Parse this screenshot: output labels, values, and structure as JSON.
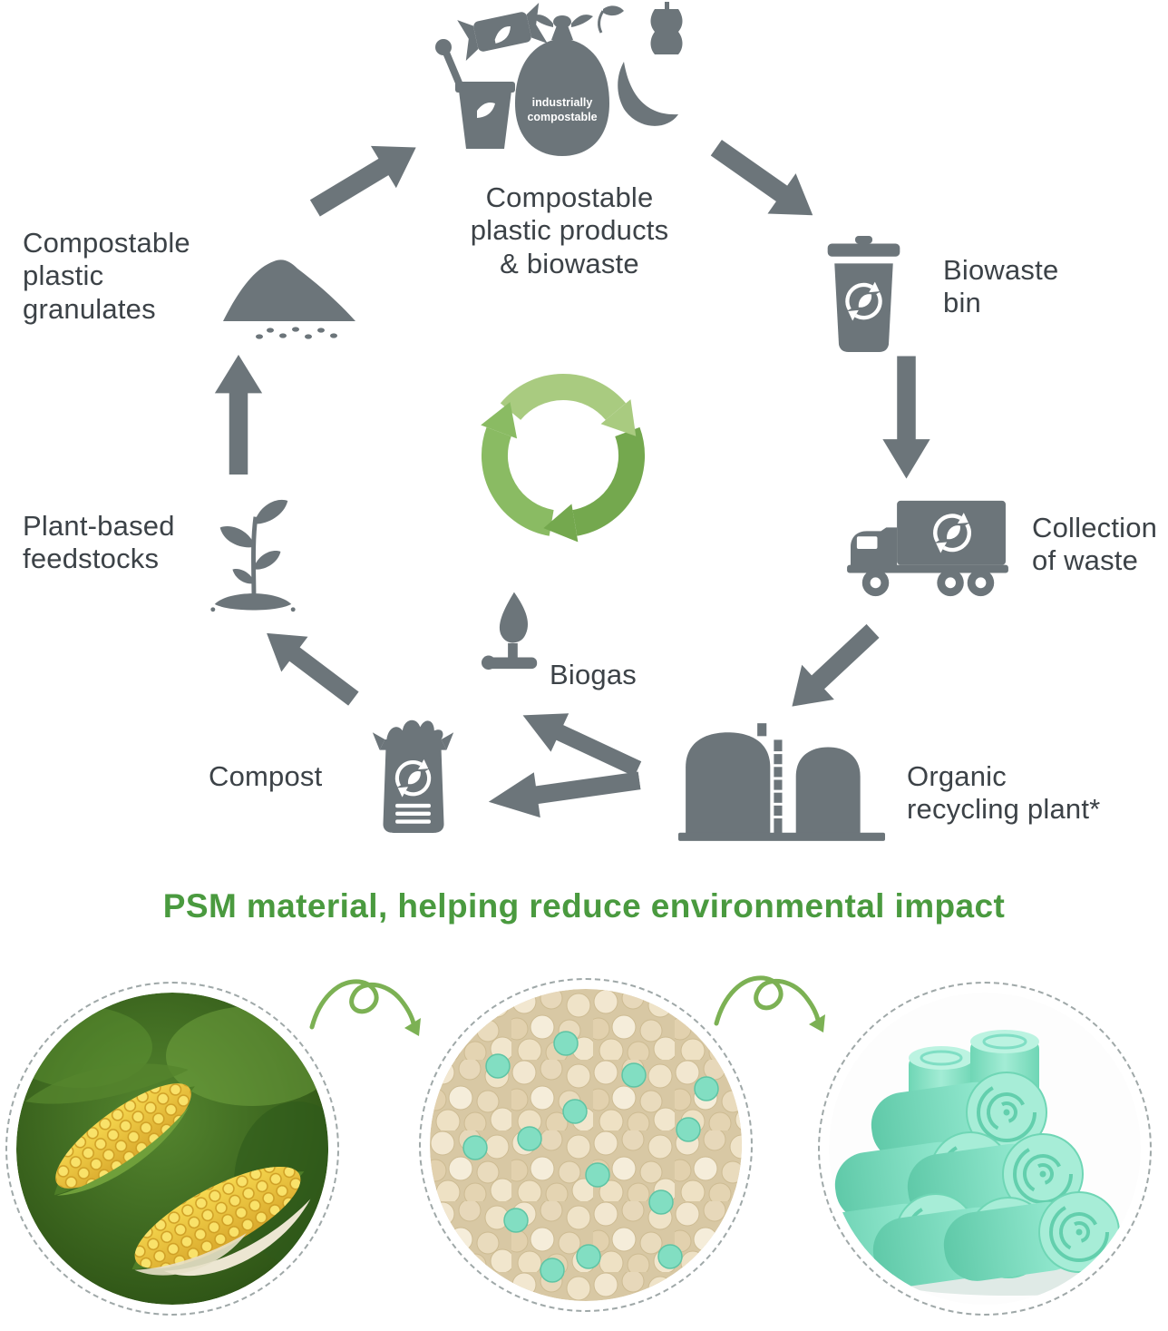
{
  "colors": {
    "icon_gray": "#6c757a",
    "label_text": "#3c4247",
    "heading_green": "#4a9a3f",
    "arrow_light_green": "#a9cb80",
    "arrow_mid_green": "#8abb63",
    "arrow_dark_green": "#74a84e",
    "bag_teal": "#7fd9bd"
  },
  "cycle": {
    "center_icon": "recycle-arrows",
    "nodes": {
      "products": {
        "label": "Compostable\nplastic products\n& biowaste",
        "icon": "compostable-waste-icon",
        "bag_text": "industrially\ncompostable"
      },
      "biowaste_bin": {
        "label": "Biowaste\nbin",
        "icon": "biowaste-bin-icon"
      },
      "collection": {
        "label": "Collection\nof waste",
        "icon": "waste-truck-icon"
      },
      "recycling_plant": {
        "label": "Organic\nrecycling plant*",
        "icon": "recycling-plant-icon"
      },
      "compost": {
        "label": "Compost",
        "icon": "compost-bag-icon"
      },
      "biogas": {
        "label": "Biogas",
        "icon": "biogas-flame-icon"
      },
      "feedstocks": {
        "label": "Plant-based\nfeedstocks",
        "icon": "plant-sprout-icon"
      },
      "granulates": {
        "label": "Compostable\nplastic\ngranulates",
        "icon": "granulate-pile-icon"
      }
    }
  },
  "banner": {
    "text": "PSM material, helping reduce environmental impact"
  },
  "process_photos": [
    {
      "name": "corn-feedstock"
    },
    {
      "name": "plastic-granulates"
    },
    {
      "name": "compostable-bag-rolls"
    }
  ]
}
